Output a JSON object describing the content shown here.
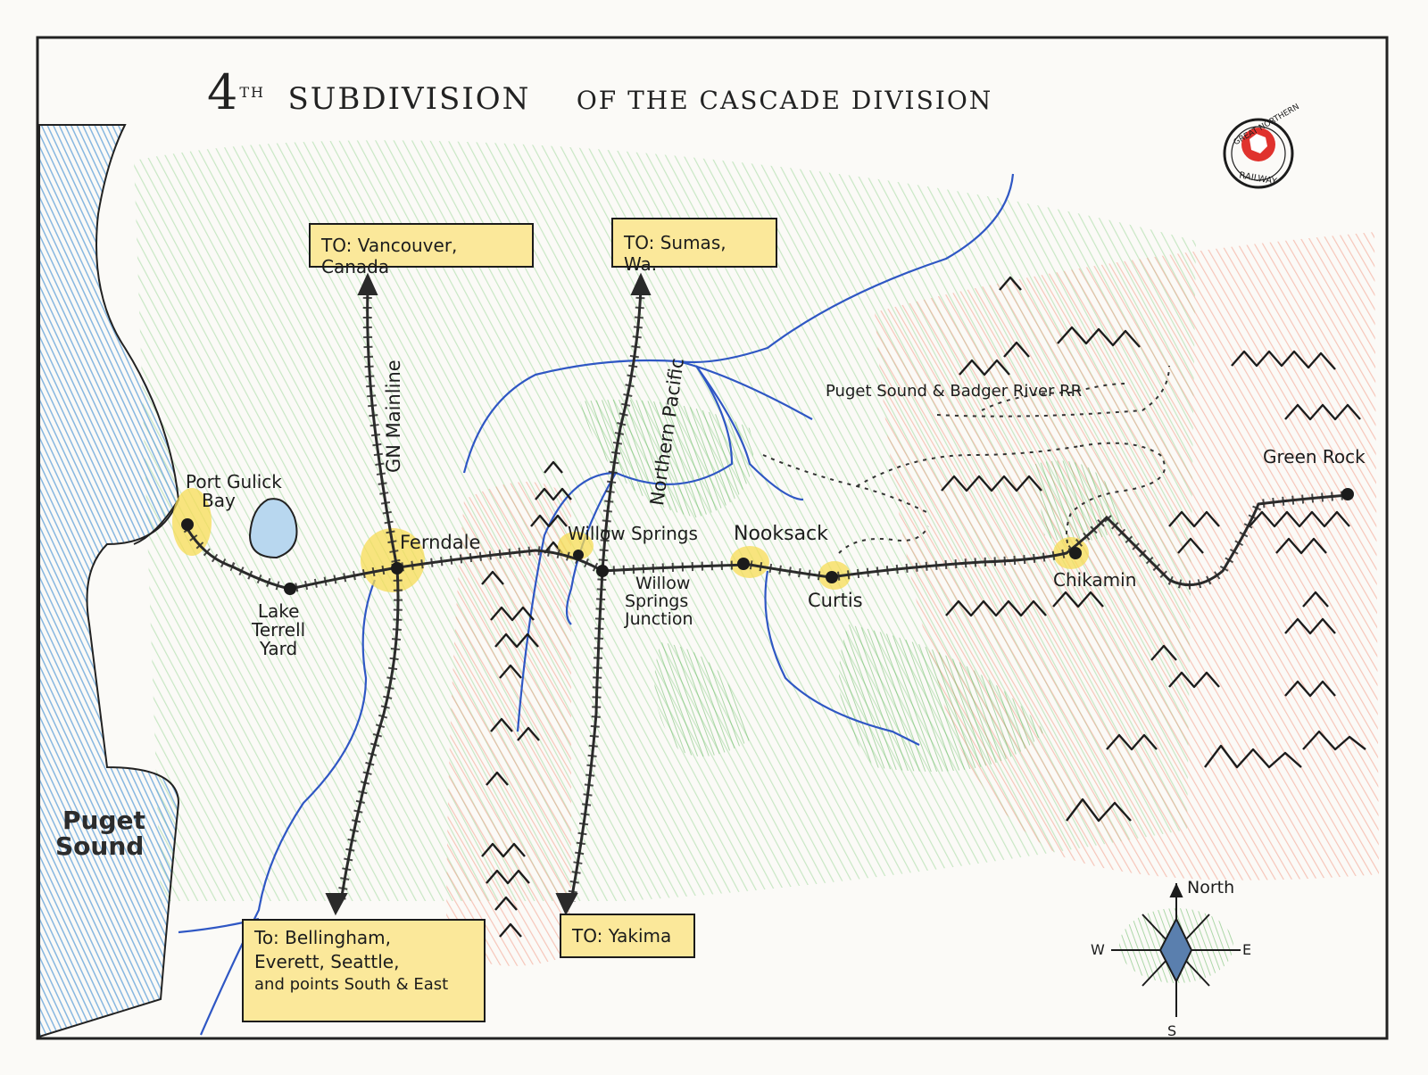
{
  "title": {
    "main": "Subdivision",
    "number": "4",
    "suffix": "TH",
    "rest": "of the Cascade Division"
  },
  "logo": {
    "top_text": "GREAT NORTHERN",
    "bottom_text": "RAILWAY"
  },
  "destinations": {
    "vancouver": "TO: Vancouver, Canada",
    "sumas": "TO: Sumas, Wa.",
    "bellingham": [
      "To: Bellingham,",
      "Everett, Seattle,",
      "and points South & East"
    ],
    "yakima": "TO: Yakima"
  },
  "rail_lines": {
    "gn_mainline": "GN Mainline",
    "northern_pacific": "Northern Pacific",
    "puget_sound_badger": "Puget Sound & Badger River RR"
  },
  "places": {
    "port_gulick_bay": [
      "Port Gulick",
      "Bay"
    ],
    "lake_terrell_yard": [
      "Lake",
      "Terrell",
      "Yard"
    ],
    "ferndale": "Ferndale",
    "willow_springs": "Willow Springs",
    "willow_springs_junction": [
      "Willow",
      "Springs",
      "Junction"
    ],
    "nooksack": "Nooksack",
    "curtis": "Curtis",
    "chikamin": "Chikamin",
    "green_rock": "Green Rock",
    "puget_sound": [
      "Puget",
      "Sound"
    ]
  },
  "compass": {
    "north": "North",
    "east": "E",
    "south": "S",
    "west": "W"
  },
  "colors": {
    "water": "#9cc6e6",
    "forest": "#8fcf8a",
    "mountains_tint": "#f4a890",
    "highlight": "#f7dc55",
    "rail": "#2a2a2a",
    "river": "#2f57c4"
  }
}
